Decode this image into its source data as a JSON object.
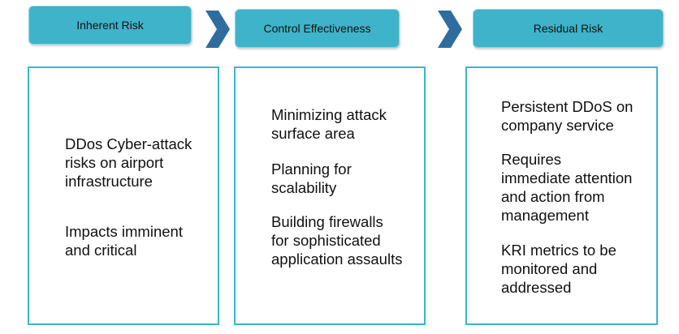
{
  "steps": [
    {
      "header": "Inherent Risk",
      "items": [
        [
          "DDos Cyber-attack",
          "risks  on airport",
          "infrastructure"
        ],
        [
          "Impacts imminent",
          "and critical"
        ]
      ]
    },
    {
      "header": "Control Effectiveness",
      "items": [
        [
          "Minimizing attack",
          "surface area"
        ],
        [
          "Planning for",
          "scalability"
        ],
        [
          "Building firewalls",
          "for sophisticated",
          "application assaults"
        ]
      ]
    },
    {
      "header": "Residual Risk",
      "items": [
        [
          "Persistent DDoS on",
          "company service"
        ],
        [
          "Requires",
          "immediate attention",
          "and action from",
          "management"
        ],
        [
          "KRI metrics to be",
          "monitored and",
          "addressed"
        ]
      ]
    }
  ],
  "colors": {
    "accent": "#3fb3c9",
    "chevron": "#2f6d9e"
  },
  "icons": {
    "connector": "chevron-right-icon"
  }
}
